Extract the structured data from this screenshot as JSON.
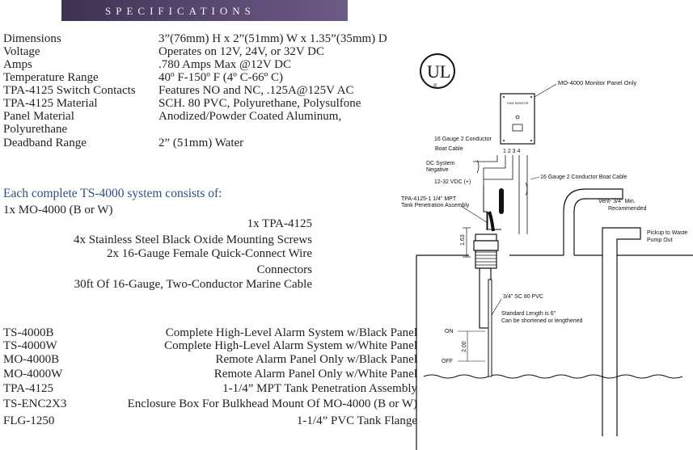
{
  "banner": {
    "title": "SPECIFICATIONS"
  },
  "specs": [
    {
      "label": "Dimensions",
      "value": "3”(76mm) H x 2”(51mm) W x 1.35”(35mm) D"
    },
    {
      "label": "Voltage",
      "value": "Operates on 12V,  24V, or  32V DC"
    },
    {
      "label": "Amps",
      "value": ".780 Amps Max @12V DC"
    },
    {
      "label": "Temperature Range",
      "value": "40º F-150º F (4º C-66º C)"
    },
    {
      "label": "TPA-4125 Switch Contacts",
      "value": "Features NO and NC, .125A@125V AC"
    },
    {
      "label": "TPA-4125 Material",
      "value": "SCH. 80 PVC, Polyurethane, Polysulfone"
    },
    {
      "label": "Panel Material",
      "value": "Anodized/Powder Coated Aluminum,"
    },
    {
      "label": "Polyurethane",
      "value": ""
    },
    {
      "label": "Deadband Range",
      "value": "2” (51mm) Water"
    }
  ],
  "system": {
    "heading": "Each complete TS-4000 system consists of:",
    "items": [
      "1x MO-4000 (B or W)",
      "1x TPA-4125",
      "4x Stainless Steel Black Oxide Mounting Screws",
      "2x 16-Gauge Female Quick-Connect Wire",
      "Connectors",
      "30ft Of 16-Gauge, Two-Conductor Marine Cable"
    ]
  },
  "parts": [
    {
      "pn": "TS-4000B",
      "desc": "Complete High-Level Alarm System w/Black Panel"
    },
    {
      "pn": "TS-4000W",
      "desc": "Complete High-Level Alarm System w/White Panel"
    },
    {
      "pn": "MO-4000B",
      "desc": "Remote Alarm Panel Only w/Black Panel"
    },
    {
      "pn": "MO-4000W",
      "desc": "Remote Alarm Panel Only w/White Panel"
    },
    {
      "pn": "TPA-4125",
      "desc": "1-1/4” MPT Tank Penetration Assembly"
    },
    {
      "pn": "TS-ENC2X3",
      "desc": "Enclosure Box For Bulkhead Mount Of MO-4000 (B or W)"
    },
    {
      "pn": "FLG-1250",
      "desc": "1-1/4” PVC Tank Flange"
    }
  ],
  "diagram": {
    "ul_mark": "UL",
    "ul_reg": "®",
    "monitor_label": "MO-4000  Monitor Panel Only",
    "panel_text": "TANK MONITOR",
    "conductor_label": "16 Gauge 2 Conductor",
    "boat_cable": "Boat Cable",
    "terminals": "1  2  3  4",
    "dc_system": "DC System",
    "negative": "Negative",
    "vdc": "12-32 VDC (+)",
    "boat_cable_2": "16 Gauge 2 Conductor Boat Cable",
    "tpa_label_1": "TPA-4125-1 1/4\" MPT",
    "tpa_label_2": "Tank Penetration Assembly",
    "vent_1": "Vent- 3/4\" Min.",
    "vent_2": "Recommended",
    "pickup_1": "Pickup to Waste",
    "pickup_2": "Pump Out",
    "dim_163": "1.63",
    "pvc": "3/4\" SC 80 PVC",
    "std_len_1": "Standard Length is 6\"",
    "std_len_2": "Can be shortened or lengthened",
    "on": "ON",
    "off": "OFF",
    "dim_200": "2.00"
  }
}
